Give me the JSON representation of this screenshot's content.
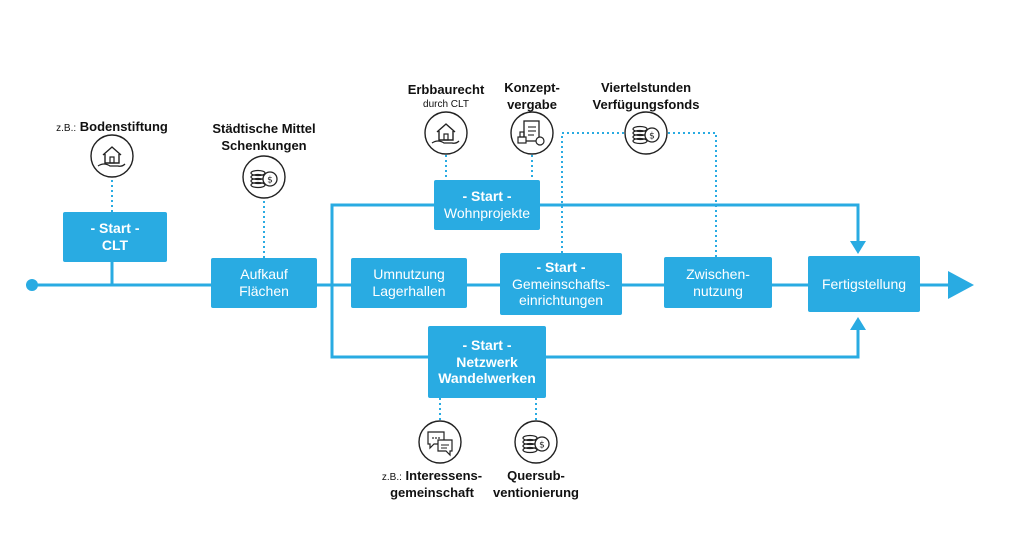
{
  "boxes": {
    "start_clt": {
      "start": "- Start -",
      "name": "CLT"
    },
    "aufkauf": {
      "line1": "Aufkauf",
      "line2": "Flächen"
    },
    "start_wohn": {
      "start": "- Start -",
      "name": "Wohnprojekte"
    },
    "umnutzung": {
      "line1": "Umnutzung",
      "line2": "Lagerhallen"
    },
    "start_gemein": {
      "start": "- Start -",
      "line1": "Gemeinschafts-",
      "line2": "einrichtungen"
    },
    "zwischen": {
      "line1": "Zwischen-",
      "line2": "nutzung"
    },
    "fertig": {
      "name": "Fertigstellung"
    },
    "start_netz": {
      "start": "- Start -",
      "line1": "Netzwerk",
      "line2": "Wandelwerken"
    }
  },
  "labels": {
    "bodenstiftung": {
      "prefix": "z.B.:",
      "text": "Bodenstiftung"
    },
    "staedtische": {
      "line1": "Städtische Mittel",
      "line2": "Schenkungen"
    },
    "erbbaurecht": {
      "line1": "Erbbaurecht",
      "sub": "durch CLT"
    },
    "konzept": {
      "line1": "Konzept-",
      "line2": "vergabe"
    },
    "viertel": {
      "line1": "Viertelstunden",
      "line2": "Verfügungsfonds"
    },
    "interessen": {
      "prefix": "z.B.:",
      "line1": "Interessens-",
      "line2": "gemeinschaft"
    },
    "quersub": {
      "line1": "Quersub-",
      "line2": "ventionierung"
    }
  },
  "icons": {
    "bodenstiftung": "house-hand-icon",
    "staedtische": "coin-stack-icon",
    "erbbaurecht": "house-hand-icon",
    "konzept": "document-stamp-icon",
    "viertel": "coin-stack-icon",
    "interessen": "chat-bubbles-icon",
    "quersub": "coin-stack-icon"
  },
  "colors": {
    "accent": "#29abe2",
    "text": "#111111",
    "icon_stroke": "#222222"
  }
}
